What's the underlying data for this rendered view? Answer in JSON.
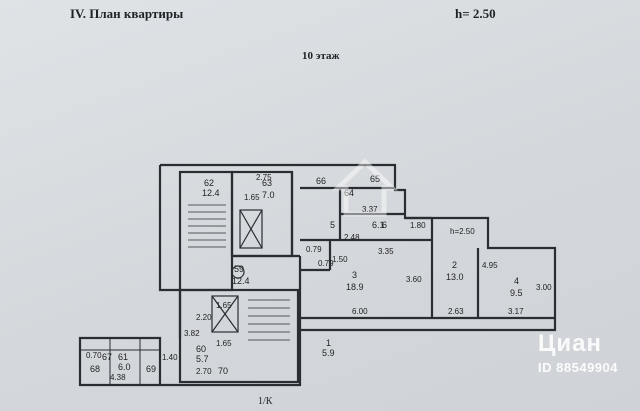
{
  "header": {
    "title": "IV. План квартиры",
    "ceiling_height": "h= 2.50",
    "floor_label": "10 этаж"
  },
  "rooms": [
    {
      "num": "62",
      "area": "12.4"
    },
    {
      "num": "63",
      "area": "7.0"
    },
    {
      "num": "66",
      "area": ""
    },
    {
      "num": "65",
      "area": ""
    },
    {
      "num": "64",
      "area": ""
    },
    {
      "num": "5",
      "area": ""
    },
    {
      "num": "6",
      "area": "6.1"
    },
    {
      "num": "3",
      "area": "18.9"
    },
    {
      "num": "2",
      "area": "13.0"
    },
    {
      "num": "4",
      "area": "9.5"
    },
    {
      "num": "59",
      "area": "12.4"
    },
    {
      "num": "60",
      "area": "5.7"
    },
    {
      "num": "61",
      "area": "6.0"
    },
    {
      "num": "67",
      "area": ""
    },
    {
      "num": "68",
      "area": ""
    },
    {
      "num": "69",
      "area": ""
    },
    {
      "num": "70",
      "area": ""
    },
    {
      "num": "1",
      "area": "5.9"
    }
  ],
  "dimensions": {
    "d1": "2.75",
    "d2": "1.65",
    "d3": "3.37",
    "d4": "1.80",
    "d5": "2.48",
    "d6": "3.35",
    "d7": "3.60",
    "d8": "1.50",
    "d9": "0.79",
    "d10": "0.79",
    "d11": "6.00",
    "d12": "2.63",
    "d13": "3.17",
    "d14": "3.00",
    "d15": "4.95",
    "d16": "2.20",
    "d17": "3.82",
    "d18": "1.65",
    "d19": "0.70",
    "d20": "4.38",
    "d21": "1.40",
    "d22": "2.70",
    "d23": "1.65",
    "h_room2": "h=2.50"
  },
  "section_mark": "1/К",
  "watermark": {
    "brand": "Циан",
    "listing_id": "ID 88549904"
  }
}
